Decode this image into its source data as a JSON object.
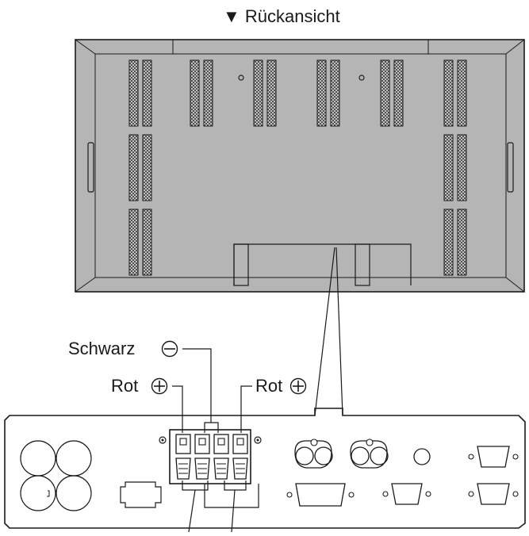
{
  "title": "▼ Rückansicht",
  "labels": {
    "black_minus": "Schwarz",
    "red_plus_left": "Rot",
    "red_plus_right": "Rot"
  },
  "symbols": {
    "minus": "minus-circle-icon",
    "plus": "plus-circle-icon"
  },
  "colors": {
    "panel_fill": "#b5b5b5",
    "outline": "#1a1a1a",
    "background": "#ffffff"
  }
}
